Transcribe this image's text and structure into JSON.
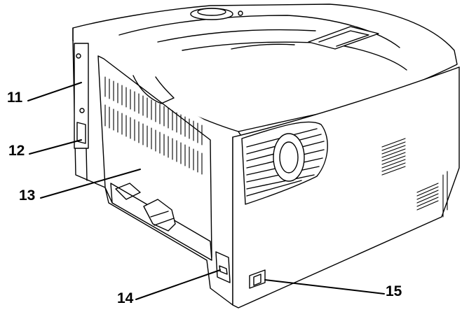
{
  "callouts": [
    {
      "id": "11",
      "label": "11"
    },
    {
      "id": "12",
      "label": "12"
    },
    {
      "id": "13",
      "label": "13"
    },
    {
      "id": "14",
      "label": "14"
    },
    {
      "id": "15",
      "label": "15"
    }
  ],
  "colors": {
    "line": "#000000",
    "fill": "#ffffff"
  }
}
